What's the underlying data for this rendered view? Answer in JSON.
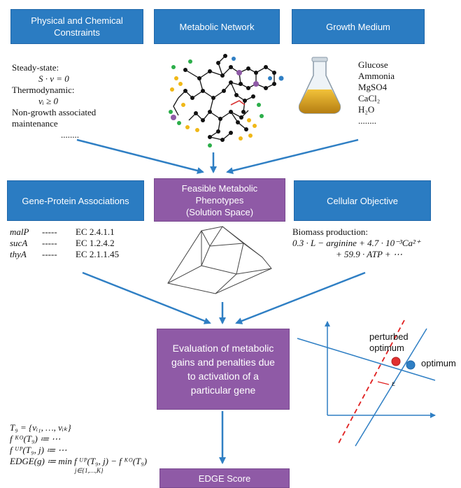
{
  "boxes": {
    "physical": "Physical and Chemical Constraints",
    "network": "Metabolic Network",
    "medium": "Growth Medium",
    "gpa": "Gene-Protein Associations",
    "feasible_1": "Feasible Metabolic",
    "feasible_2": "Phenotypes",
    "feasible_3": "(Solution Space)",
    "objective": "Cellular Objective",
    "evaluation": "Evaluation of metabolic gains and penalties due to activation of a particular gene",
    "edge": "EDGE Score"
  },
  "constraints": {
    "steady_label": "Steady-state:",
    "steady_eq": "S · v = 0",
    "thermo_label": "Thermodynamic:",
    "thermo_eq": "vᵢ ≥ 0",
    "nongrowth_1": "Non-growth associated",
    "nongrowth_2": "maintenance",
    "dots": "........"
  },
  "medium_list": [
    "Glucose",
    "Ammonia",
    "MgSO4",
    "CaCl₂",
    "H₂O",
    "........"
  ],
  "gpa_rows": [
    {
      "gene": "malP",
      "dash": "-----",
      "ec": "EC 2.4.1.1"
    },
    {
      "gene": "sucA",
      "dash": "-----",
      "ec": "EC 1.2.4.2"
    },
    {
      "gene": "thyA",
      "dash": "-----",
      "ec": "EC 2.1.1.45"
    }
  ],
  "objective_eq": {
    "label": "Biomass production:",
    "line1": "0.3 · L − arginine + 4.7 · 10⁻³Ca²⁺",
    "line2": "+ 59.9 · ATP + ⋯"
  },
  "formulas": [
    "T₉ = {vᵢ₁, …, vᵢₖ}",
    "f ᴷᴼ(T₉) ≔ ⋯",
    "f ᵁᴾ(T₉, j) ≔ ⋯",
    "EDGE(g) ≔ min f ᵁᴾ(T₉, j) − f ᴷᴼ(T₉)",
    "j∈{1,…,K}"
  ],
  "optimum_plot": {
    "perturbed_1": "perturbed",
    "perturbed_2": "optimum",
    "optimum": "optimum",
    "epsilon": "ε"
  },
  "colors": {
    "blue": "#2b7cc2",
    "purple": "#8f5aa6",
    "arrow": "#2f7fc4",
    "dashed": "#e02020",
    "red_point": "#e03030",
    "blue_point": "#2f7fc4"
  }
}
